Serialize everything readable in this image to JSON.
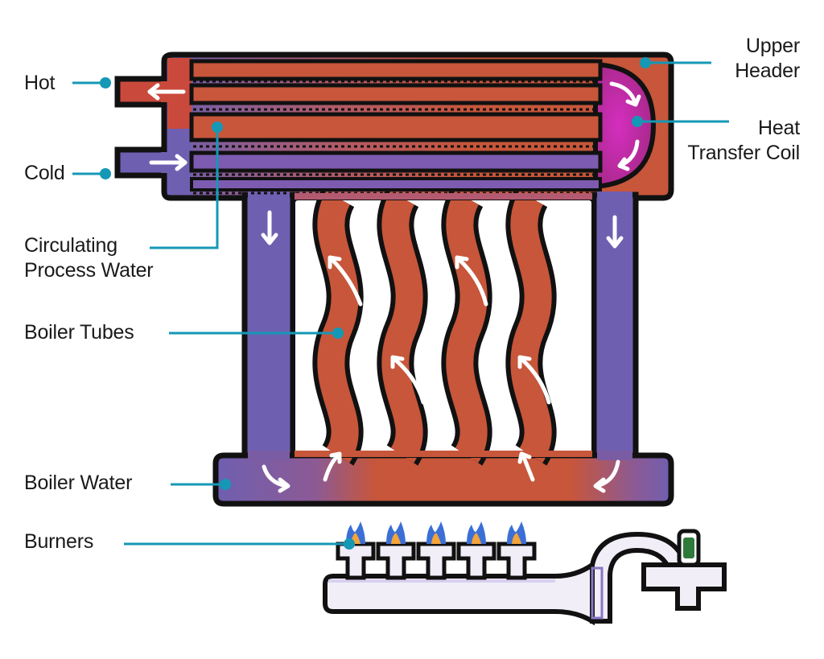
{
  "labels": {
    "hot": "Hot",
    "cold": "Cold",
    "circulating_line1": "Circulating",
    "circulating_line2": "Process Water",
    "boiler_tubes": "Boiler Tubes",
    "boiler_water": "Boiler Water",
    "burners": "Burners",
    "upper_line1": "Upper",
    "upper_line2": "Header",
    "coil_line1": "Heat",
    "coil_line2": "Transfer Coil"
  },
  "colors": {
    "hot_water": "#c7563a",
    "cold_water": "#6f5fb0",
    "coil": "#c62aa8",
    "outline": "#111111",
    "leader": "#1598b6",
    "flame_outer": "#3b6fd6",
    "flame_inner": "#f4a43a",
    "burner_fill": "#f1eef8",
    "burner_stroke": "#8a76c4",
    "valve": "#2f7a3a"
  },
  "flow_arrow_icon": "white-arrow-icon"
}
